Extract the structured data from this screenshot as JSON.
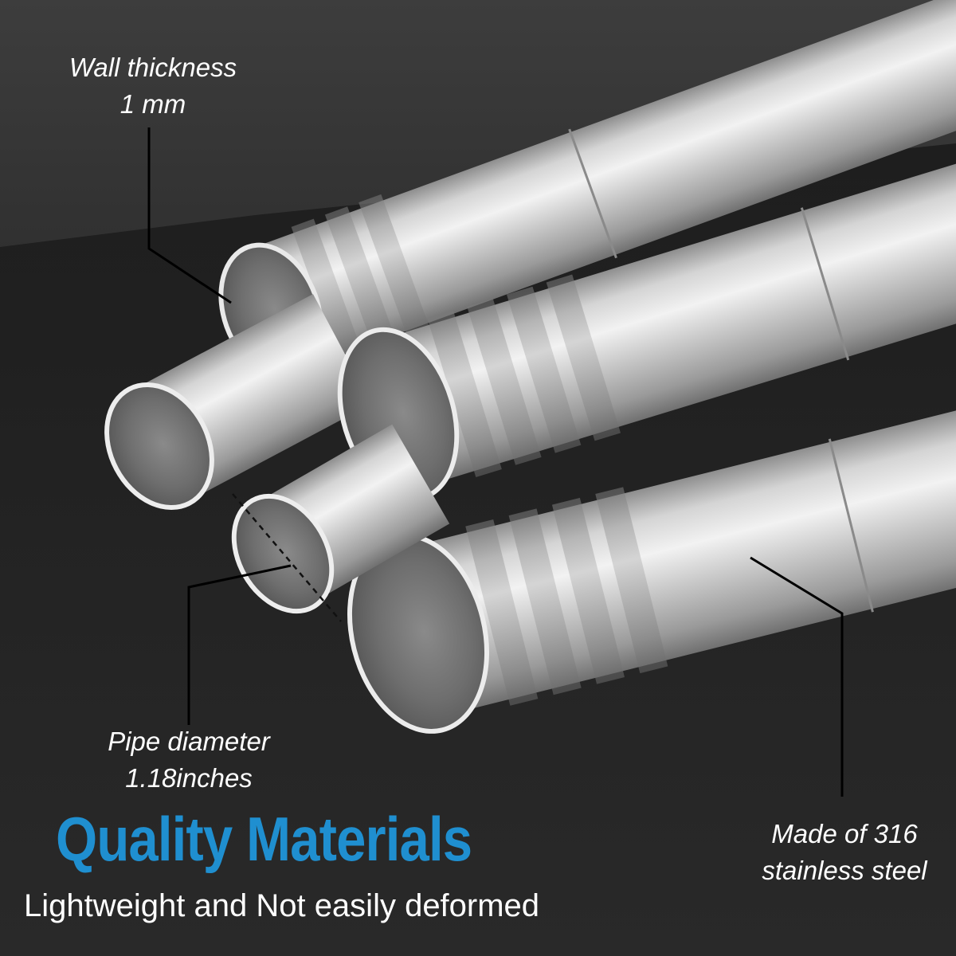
{
  "callouts": {
    "wall_thickness": {
      "line1": "Wall thickness",
      "line2": "1 mm"
    },
    "pipe_diameter": {
      "line1": "Pipe diameter",
      "line2": "1.18inches"
    },
    "material": {
      "line1": "Made of 316",
      "line2": "stainless steel"
    }
  },
  "headline": "Quality Materials",
  "subline": "Lightweight and Not easily deformed",
  "colors": {
    "background": "#2a2a2a",
    "headline": "#1f8fd0",
    "text": "#ffffff",
    "steel": "#c9c9c9"
  }
}
